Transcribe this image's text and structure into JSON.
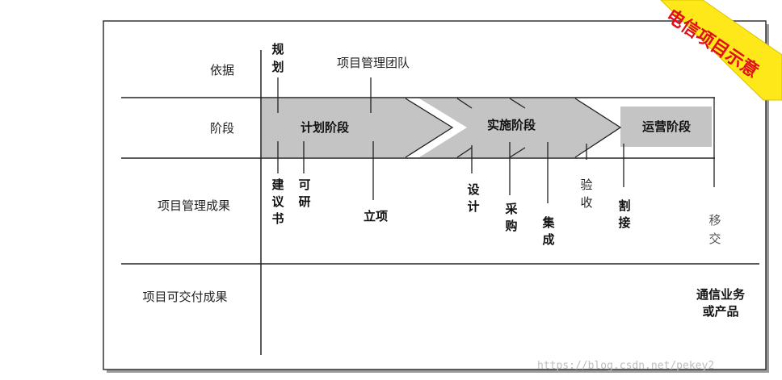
{
  "rows": {
    "basis": "依据",
    "phase": "阶段",
    "pm_results": "项目管理成果",
    "deliverables": "项目可交付成果"
  },
  "basis_items": {
    "planning": [
      "规",
      "划"
    ],
    "pm_team": "项目管理团队"
  },
  "phases": {
    "plan": "计划阶段",
    "implement": "实施阶段",
    "operate": "运营阶段"
  },
  "milestones": {
    "proposal": [
      "建",
      "议",
      "书"
    ],
    "feasibility": [
      "可",
      "研"
    ],
    "approval": "立项",
    "design": [
      "设",
      "计"
    ],
    "procurement": [
      "采",
      "购"
    ],
    "integration": [
      "集",
      "成"
    ],
    "acceptance": [
      "验",
      "收"
    ],
    "cutover": [
      "割",
      "接"
    ],
    "handover": [
      "移",
      "交"
    ]
  },
  "deliverable_text": [
    "通信业务",
    "或产品"
  ],
  "stamp_text": "电信项目示意",
  "watermark": "https://blog.csdn.net/pekey2",
  "colors": {
    "phase_fill": "#c4c4c4",
    "stamp_red": "#e0101a",
    "stamp_yellow": "#ffe81a"
  }
}
